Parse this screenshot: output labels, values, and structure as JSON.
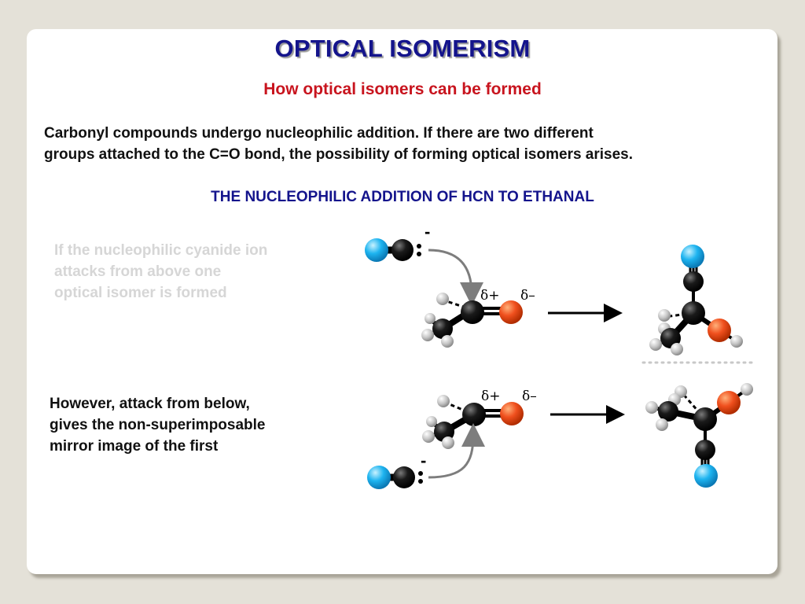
{
  "slide": {
    "title": "OPTICAL ISOMERISM",
    "subtitle": "How optical isomers can be formed",
    "intro_lines": [
      "Carbonyl compounds undergo nucleophilic addition. If there are two different",
      "groups attached to the C=O bond, the possibility of forming optical isomers arises."
    ],
    "heading": "THE NUCLEOPHILIC ADDITION OF HCN TO ETHANAL",
    "note_top_lines": [
      "If the nucleophilic cyanide ion",
      "attacks from above one",
      "optical isomer is formed"
    ],
    "note_bottom_lines": [
      "However, attack from below,",
      "gives the non-superimposable",
      "mirror image of the first"
    ]
  },
  "diagram": {
    "charge_minus": "-",
    "delta_plus": "δ+",
    "delta_minus": "δ–",
    "colors": {
      "carbon": "#000000",
      "hydrogen": "#c8c8c8",
      "oxygen": "#f0501e",
      "nitrogen": "#1eb4f0",
      "arrow": "#7d7d7d",
      "title": "#14148c",
      "subtitle": "#c8141e"
    }
  }
}
